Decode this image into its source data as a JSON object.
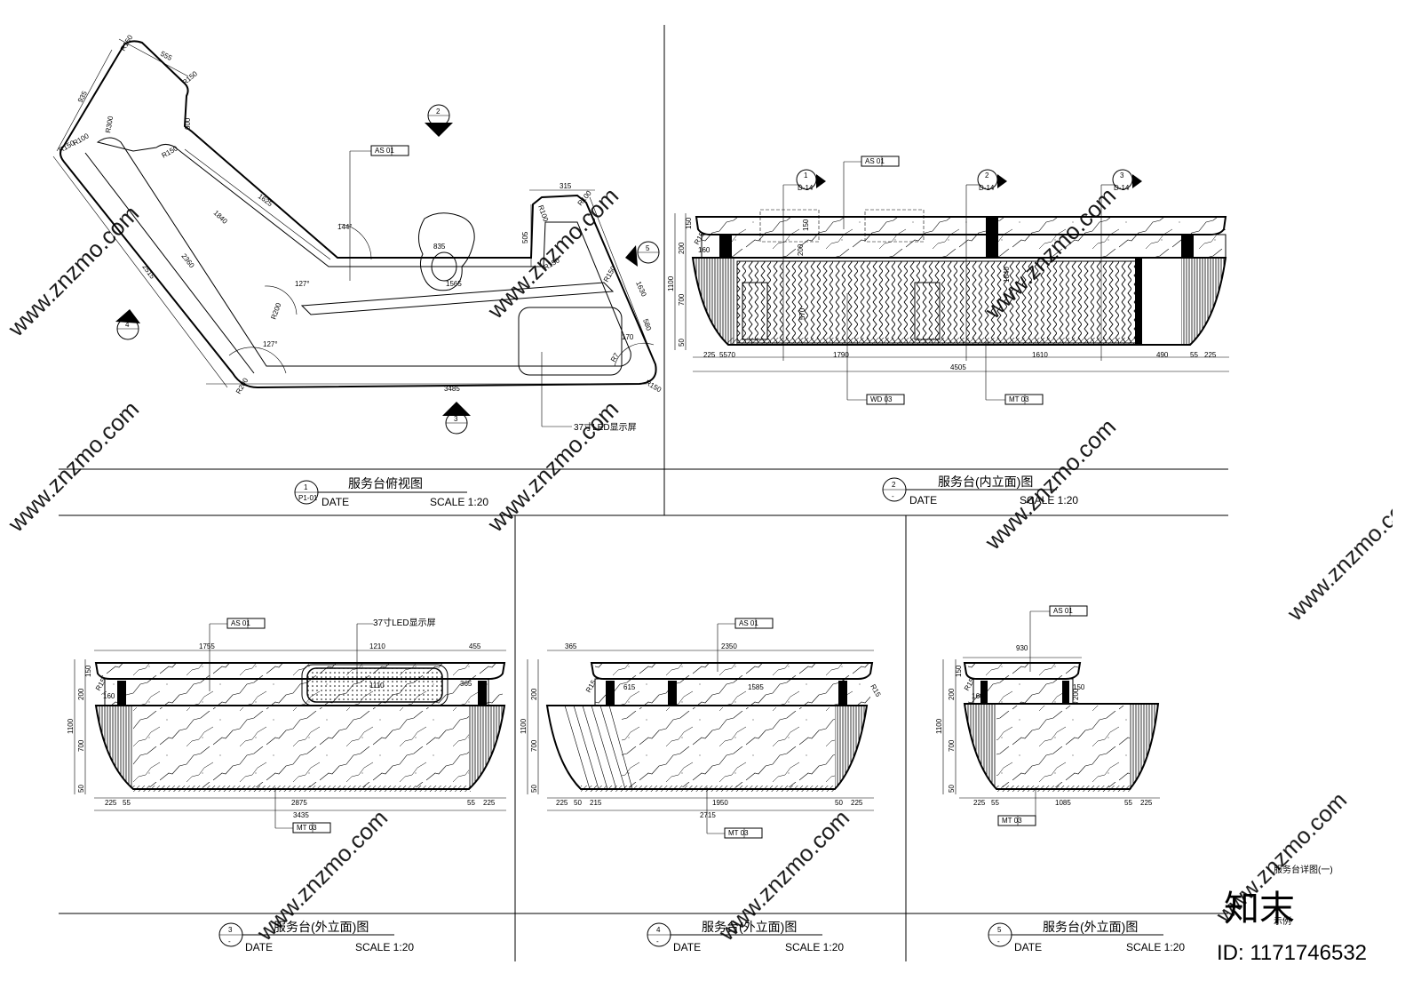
{
  "views": [
    {
      "num": "1",
      "sheet": "P1-01",
      "title": "服务台俯视图",
      "date": "DATE",
      "scale": "SCALE 1:20"
    },
    {
      "num": "2",
      "sheet": "-",
      "title": "服务台(内立面)图",
      "date": "DATE",
      "scale": "SCALE 1:20"
    },
    {
      "num": "3",
      "sheet": "-",
      "title": "服务台(外立面)图",
      "date": "DATE",
      "scale": "SCALE 1:20"
    },
    {
      "num": "4",
      "sheet": "-",
      "title": "服务台(外立面)图",
      "date": "DATE",
      "scale": "SCALE 1:20"
    },
    {
      "num": "5",
      "sheet": "-",
      "title": "服务台(外立面)图",
      "date": "DATE",
      "scale": "SCALE 1:20"
    }
  ],
  "tags": {
    "as01": "AS 01",
    "wd03": "WD 03",
    "mt03": "MT 03",
    "d14": "D-14"
  },
  "notes": {
    "led": "37寸LED显示屏",
    "detail_title": "服务台详图(一)",
    "legend": "示例"
  },
  "plan_dims": {
    "r150a": "R150",
    "d555": "555",
    "r150b": "R150",
    "d935": "935",
    "d600": "600",
    "r300": "R300",
    "r100": "R100",
    "r150c": "R150",
    "r150d": "R150",
    "d1625": "1625",
    "d1840": "1840",
    "d2360": "2360",
    "d2515": "2515",
    "a144": "144°",
    "a127a": "127°",
    "a127b": "127°",
    "r200a": "R200",
    "r200b": "R200",
    "d3485": "3485",
    "d315": "315",
    "r100b": "R100",
    "r100c": "R100",
    "d505": "505",
    "r150e": "R150",
    "d835": "835",
    "d1565": "1565",
    "r150f": "R150",
    "d1630": "1630",
    "d580": "580",
    "d170": "170",
    "r7": "R7",
    "r150g": "R150"
  },
  "elev2_dims": {
    "d150": "150",
    "d200": "200",
    "d1100": "1100",
    "d700": "700",
    "d50": "50",
    "r15": "R15",
    "d160": "160",
    "d225a": "225",
    "d55a": "55",
    "d70": "70",
    "d1790": "1790",
    "d1610": "1610",
    "d490": "490",
    "d55b": "55",
    "d225b": "225",
    "d4505": "4505",
    "d570": "570",
    "d150b": "150",
    "d200b": "200",
    "d1840": "1840"
  },
  "elev3_dims": {
    "d1755": "1755",
    "d1210": "1210",
    "d455": "455",
    "d1110": "1110",
    "d365": "365",
    "d150": "150",
    "d200": "200",
    "d1100": "1100",
    "d700": "700",
    "d50": "50",
    "r15": "R15",
    "d160": "160",
    "d225a": "225",
    "d55a": "55",
    "d2875": "2875",
    "d3435": "3435",
    "d55b": "55",
    "d225b": "225"
  },
  "elev4_dims": {
    "d365": "365",
    "d2350": "2350",
    "d615": "615",
    "d1585": "1585",
    "r15a": "R15",
    "r15b": "R15",
    "d200": "200",
    "d1100": "1100",
    "d700": "700",
    "d50": "50",
    "d225a": "225",
    "d50a": "50",
    "d215": "215",
    "d1950": "1950",
    "d50b": "50",
    "d225b": "225",
    "d2715": "2715"
  },
  "elev5_dims": {
    "d930": "930",
    "d150": "150",
    "d200a": "200",
    "d200b": "200",
    "d1100": "1100",
    "d700": "700",
    "d50": "50",
    "r15": "R15",
    "d160": "160",
    "d225a": "225",
    "d55a": "55",
    "d1085": "1085",
    "d55b": "55",
    "d225b": "225",
    "d150b": "150"
  },
  "watermark": {
    "text": "www.znzmo.com",
    "brand": "知末",
    "id": "ID: 1171746532"
  }
}
